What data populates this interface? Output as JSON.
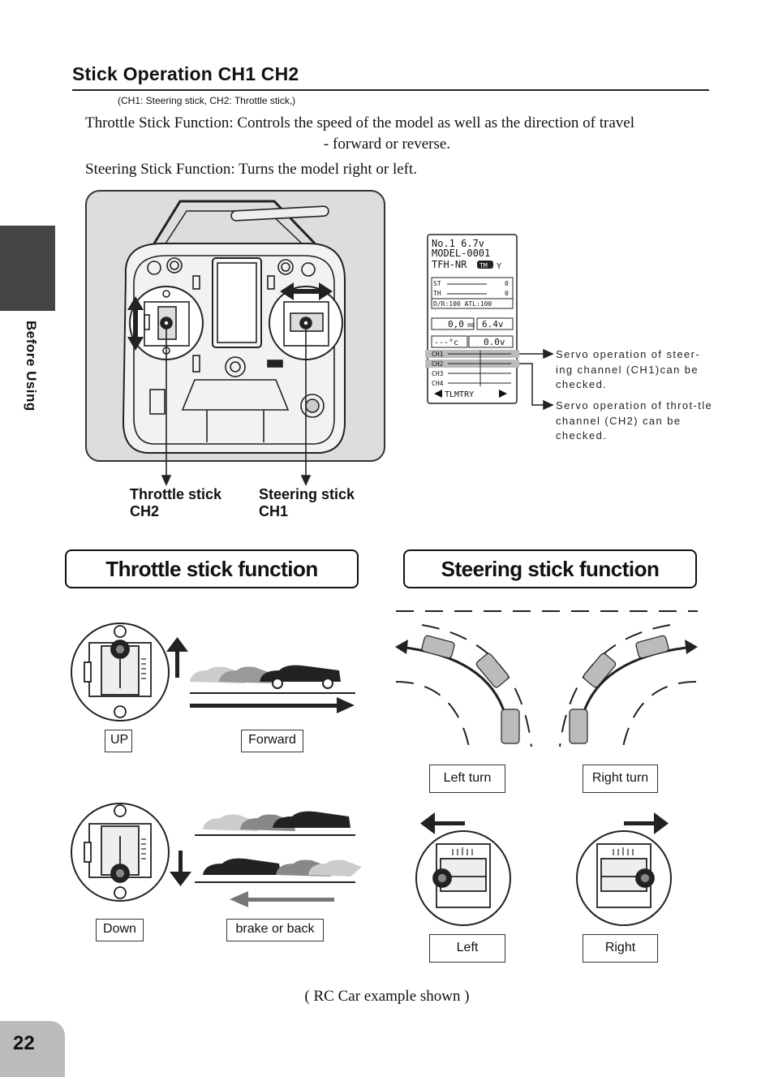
{
  "section": {
    "title": "Stick Operation  CH1  CH2",
    "note": "(CH1: Steering stick, CH2: Throttle stick,)"
  },
  "body": {
    "throttle_line1": "Throttle Stick Function: Controls the speed of the model as well as the direction of travel",
    "throttle_line2": "- forward or reverse.",
    "steering_line": "Steering Stick Function: Turns the model right or left."
  },
  "side_label": "Before Using",
  "stick_labels": {
    "throttle_name": "Throttle stick",
    "throttle_channel": "CH2",
    "steering_name": "Steering stick",
    "steering_channel": "CH1"
  },
  "lcd": {
    "line1": "No.1   6.7v",
    "line2": "MODEL-0001",
    "line3": "TFH-NR",
    "tm_badge": "TM",
    "st_label": "ST",
    "st_value": "0",
    "th_label": "TH",
    "th_value": "0",
    "dr_line": "D/R:100 ATL:100",
    "telemetry_left": "0,0",
    "telemetry_left_unit": "00",
    "telemetry_right": "6.4v",
    "temp": "---°c",
    "volt": "0.0v",
    "ch1": "CH1",
    "ch2": "CH2",
    "ch3": "CH3",
    "ch4": "CH4",
    "footer": "TLMTRY"
  },
  "callouts": {
    "ch1": "Servo operation of steer-ing channel (CH1)can be checked.",
    "ch2": "Servo operation of throt-tle channel (CH2) can be checked."
  },
  "functions": {
    "throttle_title": "Throttle stick function",
    "steering_title": "Steering stick function"
  },
  "captions": {
    "up": "UP",
    "forward": "Forward",
    "down": "Down",
    "brake": "brake or  back",
    "left_turn": "Left turn",
    "right_turn": "Right turn",
    "left": "Left",
    "right": "Right"
  },
  "example_note": "(    RC Car example shown    )",
  "page_number": "22",
  "colors": {
    "side_tab": "#444444",
    "tx_fill": "#dddddd",
    "page_tab": "#bbbbbb"
  }
}
